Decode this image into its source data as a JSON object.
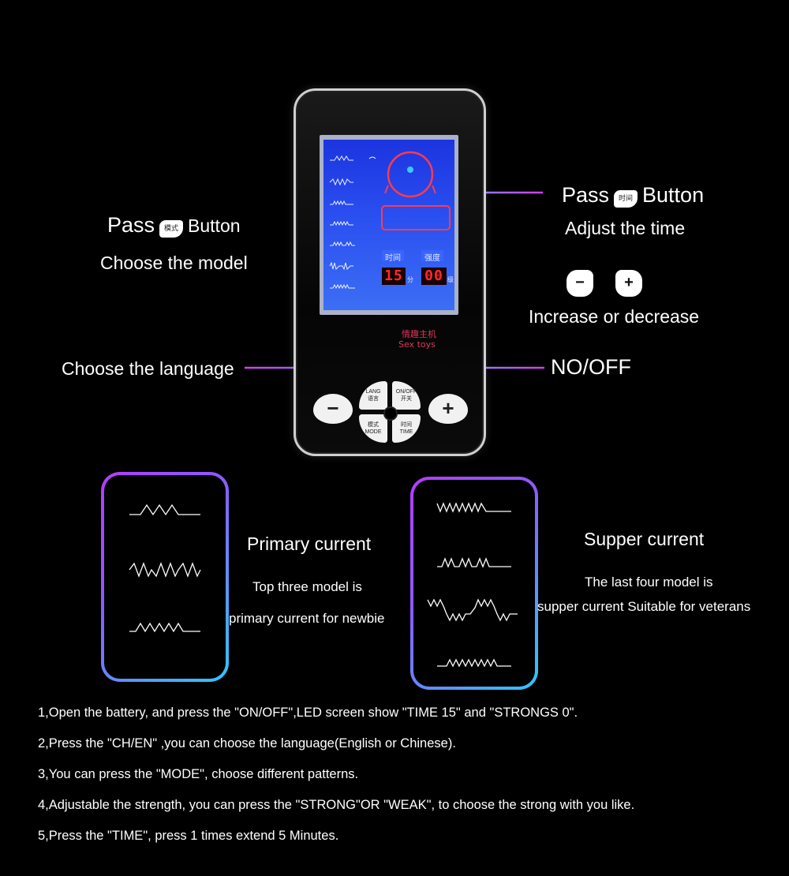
{
  "device": {
    "lcd": {
      "time_label": "时间",
      "strength_label": "强度",
      "time_value": "15",
      "time_unit": "分",
      "strength_value": "00",
      "strength_unit": "级"
    },
    "brand_cn": "情趣主机",
    "brand_en": "Sex toys",
    "buttons": {
      "minus": "−",
      "plus": "+",
      "lang_en": "LANG",
      "lang_cn": "语言",
      "onoff_en": "ON/OFF",
      "onoff_cn": "开关",
      "mode_cn": "模式",
      "mode_en": "MODE",
      "time_cn": "时间",
      "time_en": "TIME"
    }
  },
  "callouts": {
    "mode": {
      "pass": "Pass",
      "chip": "模式",
      "button": "Button",
      "desc": "Choose the model"
    },
    "time": {
      "pass": "Pass",
      "chip": "时间",
      "button": "Button",
      "desc": "Adjust the time"
    },
    "adjust": {
      "minus": "−",
      "plus": "+",
      "desc": "Increase or decrease"
    },
    "language": "Choose the language",
    "power": "NO/OFF"
  },
  "primary": {
    "title": "Primary current",
    "line1": "Top three model is",
    "line2": "primary current for newbie"
  },
  "supper": {
    "title": "Supper  current",
    "line1": "The last four model is",
    "line2": "supper current Suitable for veterans"
  },
  "instructions": [
    "1,Open the battery, and press the \"ON/OFF\",LED screen show \"TIME 15\" and \"STRONGS 0\".",
    "2,Press the \"CH/EN\" ,you can choose the language(English or Chinese).",
    "3,You can press the \"MODE\", choose different patterns.",
    "4,Adjustable the strength, you can press the \"STRONG\"OR \"WEAK\", to choose the strong with you like.",
    "5,Press the \"TIME\", press 1 times extend 5 Minutes."
  ],
  "colors": {
    "background": "#000000",
    "lcd_blue": "#2a4ff0",
    "led_red": "#ff2b2b",
    "brand_pink": "#e0375c",
    "line_magenta": "#d63cf0",
    "line_cyan": "#2ec8ff"
  }
}
